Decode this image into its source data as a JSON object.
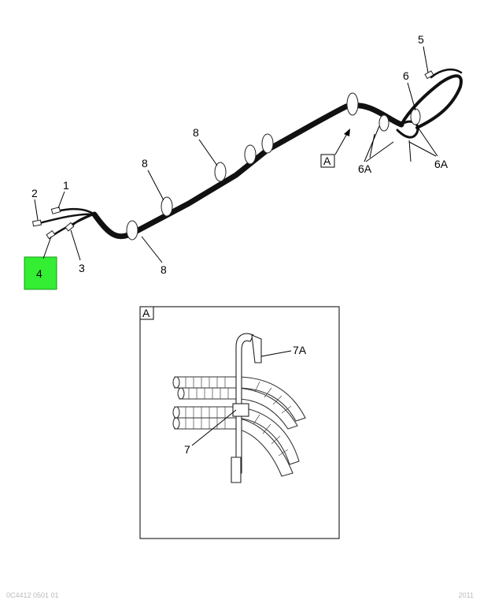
{
  "callouts": {
    "c1": "1",
    "c2": "2",
    "c3": "3",
    "c4": "4",
    "c5": "5",
    "c6": "6",
    "c6a_left": "6A",
    "c6a_right": "6A",
    "c7": "7",
    "c7a": "7A",
    "c8_top": "8",
    "c8_mid": "8",
    "c8_bottom": "8",
    "view_ref": "A",
    "detail_tag": "A"
  },
  "highlight": {
    "item": "4",
    "color": "#33ee33"
  },
  "footer": {
    "left": "0C4412 0501 01",
    "right": "2011"
  }
}
